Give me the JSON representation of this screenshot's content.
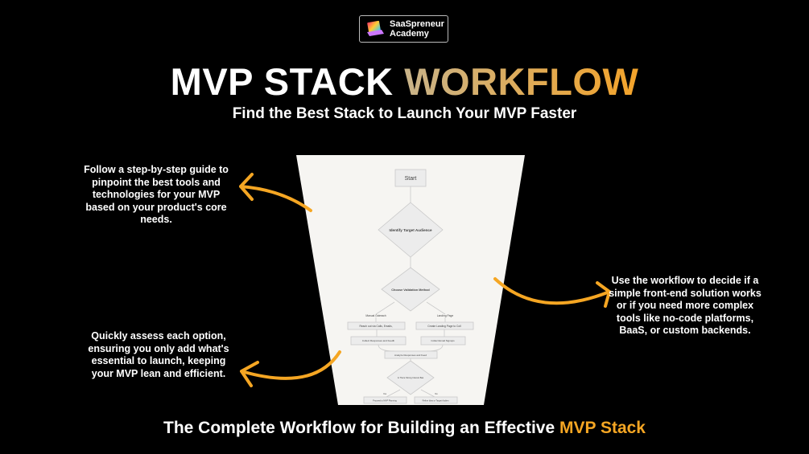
{
  "brand": {
    "line1": "SaaSpreneur",
    "line2": "Academy",
    "logo_icon": "laptop-icon"
  },
  "title": {
    "part1": "MVP STACK ",
    "part2": "WORKFLOW"
  },
  "subtitle": "Find the Best Stack to Launch Your MVP Faster",
  "notes": {
    "top_left": "Follow a step-by-step guide to pinpoint the best tools and technologies for your MVP based on your product's core needs.",
    "bottom_left": "Quickly assess each option, ensuring you only add what's essential to launch, keeping your MVP lean and efficient.",
    "right": "Use the workflow to decide if a simple front-end solution works or if you need more complex tools like no-code platforms, BaaS, or custom backends."
  },
  "flowchart": {
    "start": "Start",
    "identify": "Identify Target Audience",
    "choose": "Choose Validation Method",
    "branch_left": "Manual Outreach",
    "branch_right": "Landing Page",
    "reach": "Reach out via Calls, Emails,",
    "create": "Create Landing Page to Coll",
    "collect_resp": "Collect Responses and Feedb",
    "collect_email": "Collect Email Signups",
    "analyze": "Analyze Responses and Feed",
    "interest": "Is There Strong Interest Bas",
    "yes": "Yes",
    "no": "No",
    "proceed": "Proceed to MVP Planning",
    "refine": "Refine Idea or Target Audien"
  },
  "footer": {
    "part1": "The Complete Workflow for Building an Effective ",
    "part2": "MVP Stack"
  },
  "colors": {
    "accent": "#f5a623",
    "panel": "#f6f5f2"
  }
}
